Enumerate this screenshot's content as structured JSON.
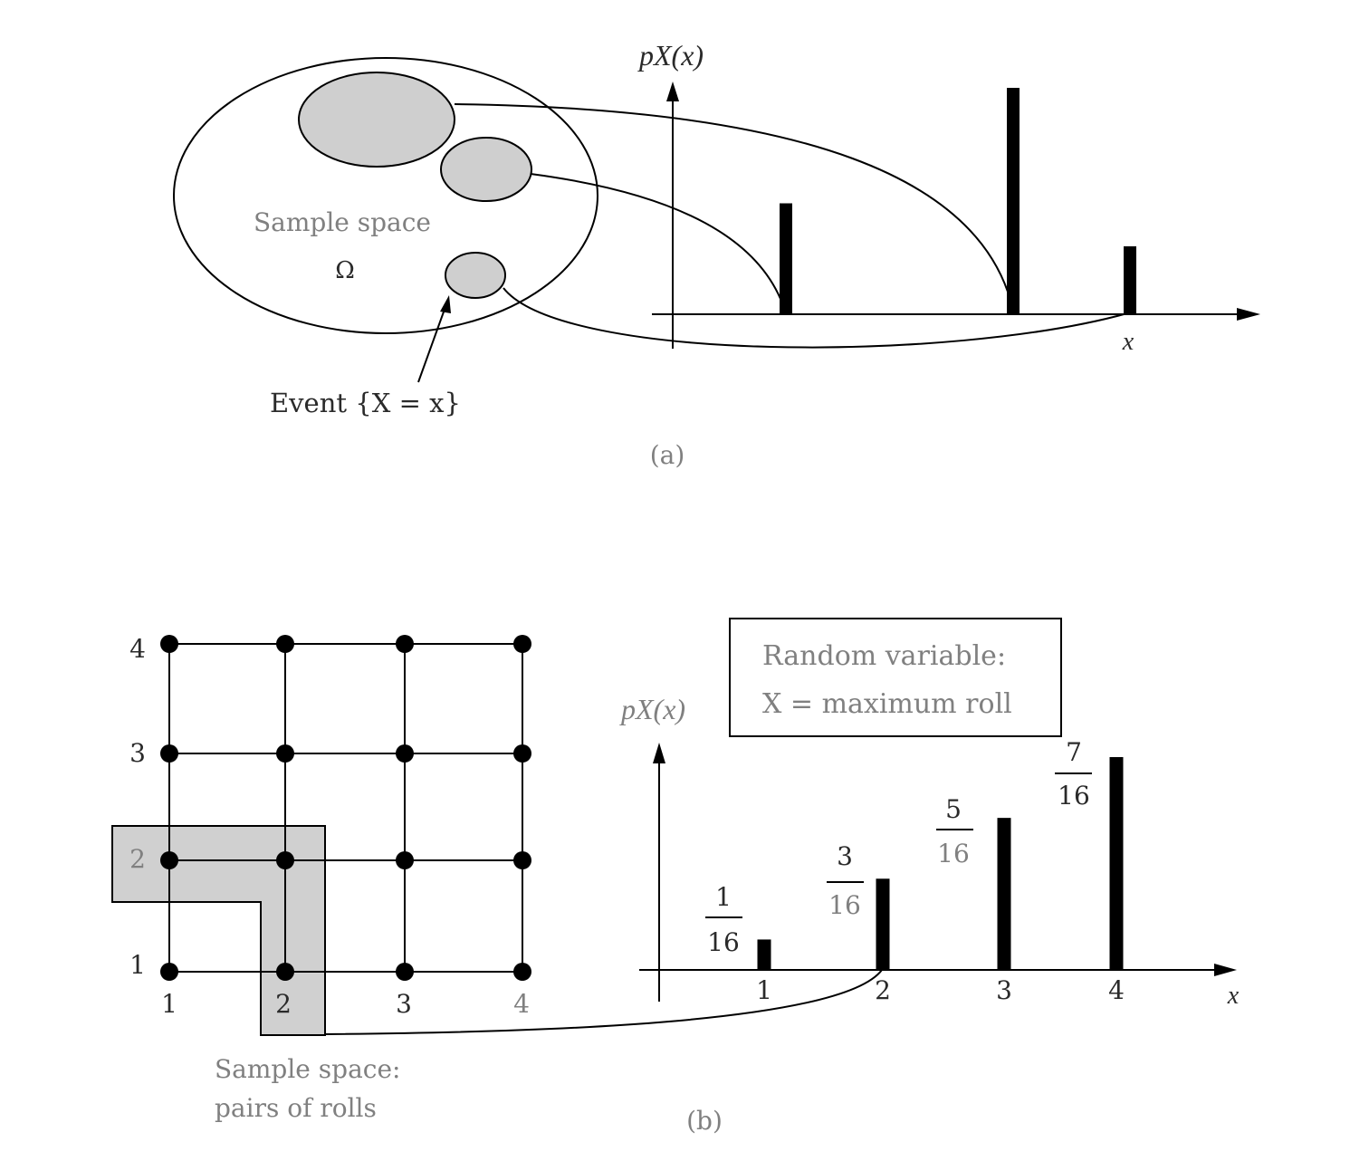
{
  "panel_a": {
    "sample_space_label": "Sample space",
    "omega": "Ω",
    "event_label": "Event {X = x}",
    "y_axis_label": "pX(x)",
    "x_axis_label": "x",
    "caption": "(a)",
    "bar_heights": [
      0.49,
      1.0,
      0.3
    ]
  },
  "panel_b": {
    "grid_row_labels": [
      "4",
      "3",
      "2",
      "1"
    ],
    "grid_col_labels": [
      "1",
      "2",
      "3",
      "4"
    ],
    "sample_space_label_line1": "Sample space:",
    "sample_space_label_line2": "pairs of rolls",
    "box_line1": "Random variable:",
    "box_line2": "X = maximum roll",
    "y_axis_label": "pX(x)",
    "x_axis_label": "x",
    "caption": "(b)",
    "pmf": {
      "x": [
        1,
        2,
        3,
        4
      ],
      "numerators": [
        "1",
        "3",
        "5",
        "7"
      ],
      "denominators": [
        "16",
        "16",
        "16",
        "16"
      ],
      "values": [
        0.0625,
        0.1875,
        0.3125,
        0.4375
      ]
    }
  }
}
